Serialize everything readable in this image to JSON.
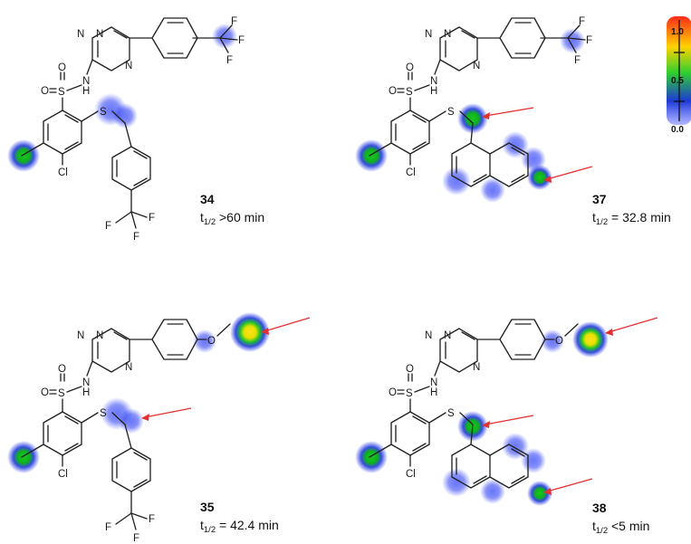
{
  "atoms": {
    "N": "N",
    "NH": "N",
    "H": "H",
    "S": "S",
    "O": "O",
    "Cl": "Cl",
    "F": "F"
  },
  "compounds": [
    {
      "id": "34",
      "halflife_prefix": "t",
      "halflife_sub": "1/2",
      "halflife_value": " >60 min"
    },
    {
      "id": "37",
      "halflife_prefix": "t",
      "halflife_sub": "1/2",
      "halflife_value": " = 32.8 min"
    },
    {
      "id": "35",
      "halflife_prefix": "t",
      "halflife_sub": "1/2",
      "halflife_value": " = 42.4 min"
    },
    {
      "id": "38",
      "halflife_prefix": "t",
      "halflife_sub": "1/2",
      "halflife_value": " <5 min"
    }
  ],
  "scale": {
    "max": "1.0",
    "mid": "0.5",
    "min": "0.0",
    "colors": [
      "#ff2a1a",
      "#ffd200",
      "#2fcf2f",
      "#1d39d6"
    ]
  }
}
